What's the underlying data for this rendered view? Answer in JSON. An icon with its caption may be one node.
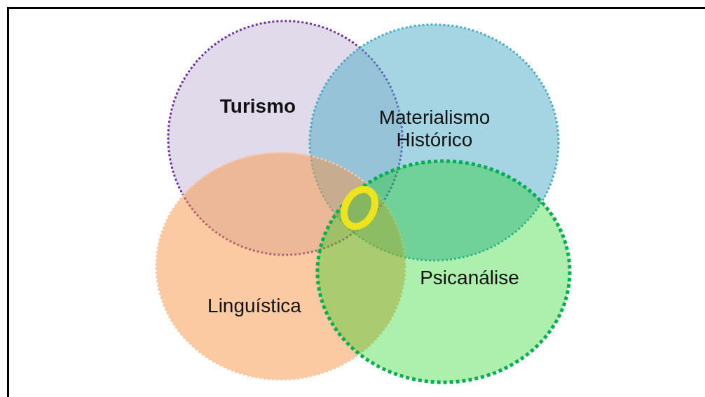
{
  "diagram": {
    "nodes": [
      {
        "text": [
          "Turismo"
        ]
      },
      {
        "text": [
          "Materialismo Histórico"
        ]
      },
      {
        "text": [
          "Linguística"
        ]
      },
      {
        "text": [
          "Psicanálise"
        ]
      },
      {
        "text": [],
        "shape": "circle"
      }
    ]
  }
}
